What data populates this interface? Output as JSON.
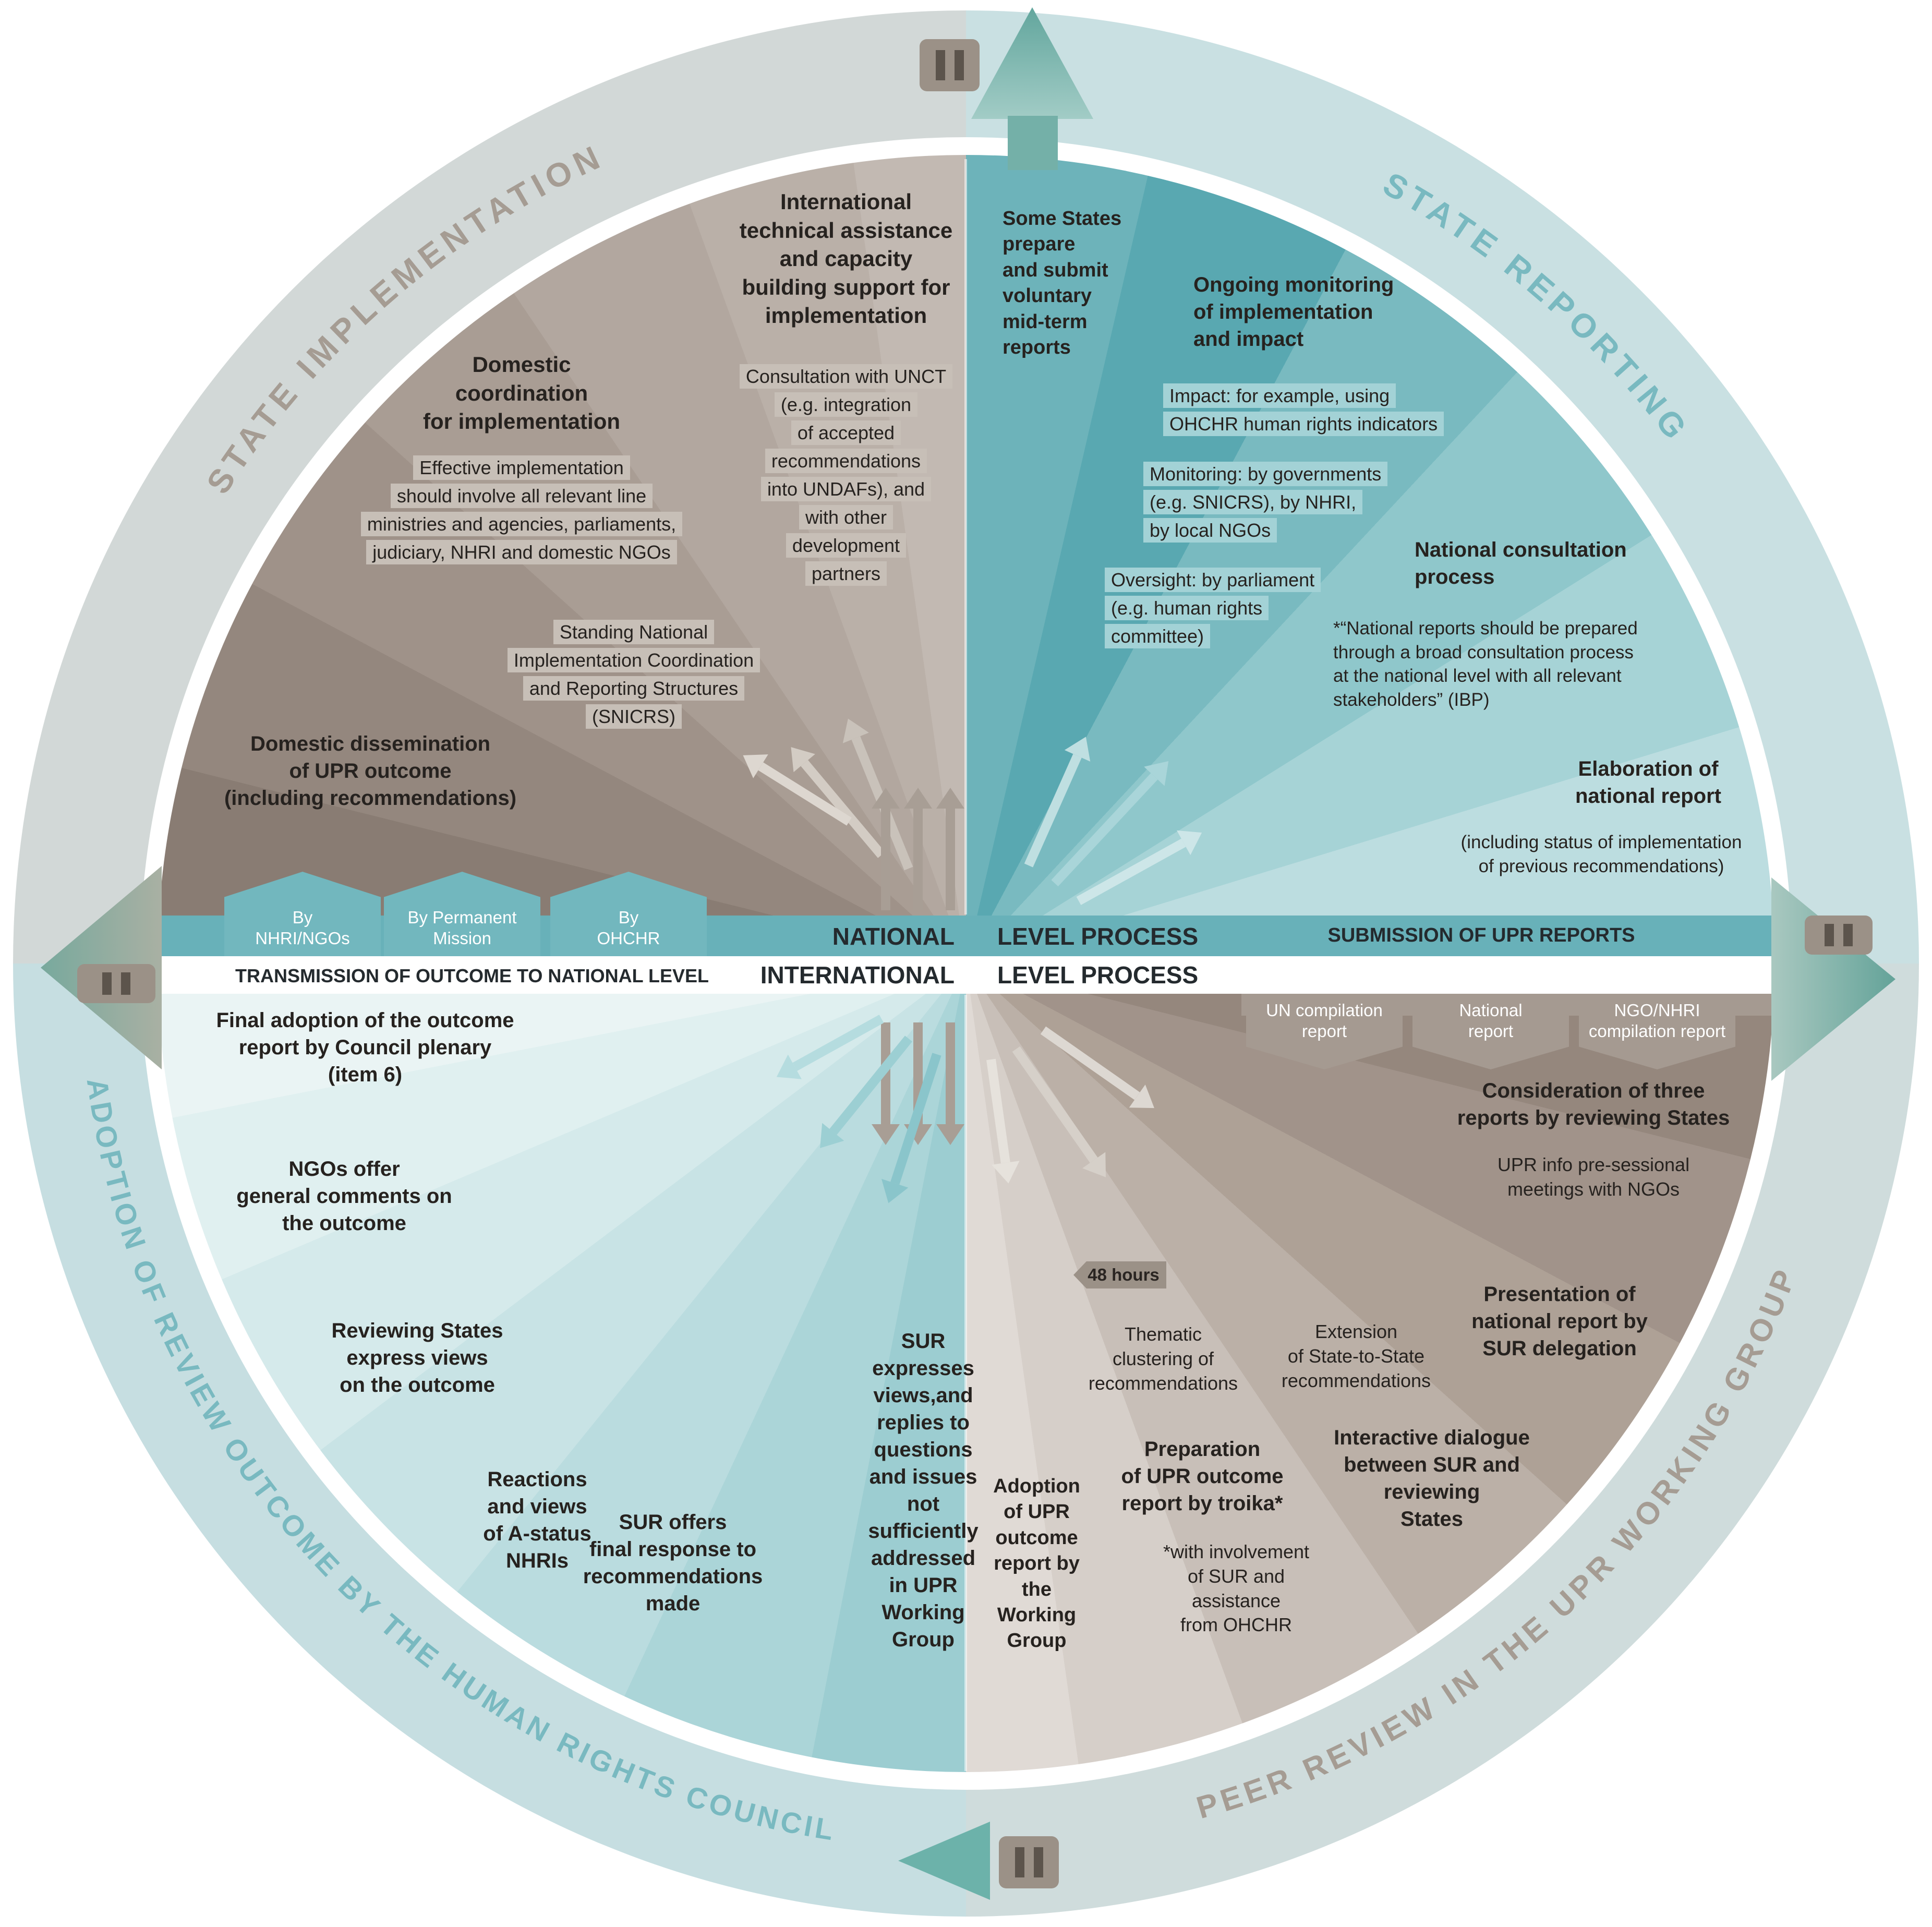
{
  "colors": {
    "teal_band": "#68b1b9",
    "teal_dark": "#59a8b1",
    "taupe": "#a1938a",
    "ring": "#cde0e1",
    "highlight_teal": "#a3d2d6",
    "highlight_grey": "#c7bfb7"
  },
  "ring": {
    "state_implementation": "STATE IMPLEMENTATION",
    "state_reporting": "STATE REPORTING",
    "peer_review": "PEER REVIEW IN THE UPR WORKING GROUP",
    "adoption": "ADOPTION OF REVIEW OUTCOME BY THE HUMAN RIGHTS COUNCIL"
  },
  "center": {
    "national": "NATIONAL",
    "level_process_top": "LEVEL PROCESS",
    "international": "INTERNATIONAL",
    "level_process_bottom": "LEVEL PROCESS",
    "submission": "SUBMISSION OF UPR REPORTS",
    "transmission": "TRANSMISSION OF OUTCOME TO NATIONAL LEVEL",
    "left_hexagons": [
      {
        "label": "By\nNHRI/NGOs"
      },
      {
        "label": "By Permanent\nMission"
      },
      {
        "label": "By\nOHCHR"
      }
    ],
    "right_hexagons": [
      {
        "label": "UN compilation\nreport"
      },
      {
        "label": "National\nreport"
      },
      {
        "label": "NGO/NHRI\ncompilation report"
      }
    ]
  },
  "implementation": {
    "domestic_coordination_title": "Domestic\ncoordination\nfor implementation",
    "domestic_coordination_body": "Effective implementation\nshould involve all relevant line\nministries and agencies, parliaments,\njudiciary, NHRI and domestic NGOs",
    "intl_assistance_title": "International\ntechnical assistance\nand capacity\nbuilding support for\nimplementation",
    "intl_assistance_body": "Consultation with UNCT\n(e.g. integration\nof accepted\nrecommendations\ninto UNDAFs), and\nwith other\ndevelopment\npartners",
    "snicrs": "Standing National\nImplementation Coordination\nand Reporting Structures\n(SNICRS)",
    "dissemination_title": "Domestic dissemination\nof UPR outcome\n(including recommendations)"
  },
  "reporting": {
    "midterm": "Some States\nprepare\nand submit\nvoluntary\nmid-term\nreports",
    "monitoring_title": "Ongoing monitoring\nof implementation\nand impact",
    "impact": "Impact: for example, using\nOHCHR human rights indicators",
    "monitoring": "Monitoring: by governments\n(e.g. SNICRS), by NHRI,\nby local NGOs",
    "oversight": "Oversight: by parliament\n(e.g. human rights\ncommittee)",
    "consultation_title": "National consultation\nprocess",
    "consultation_body": "*“National reports should be prepared\nthrough a broad consultation process\nat the national level with all relevant\nstakeholders” (IBP)",
    "elaboration_title": "Elaboration of\nnational report",
    "elaboration_body": "(including status of implementation\nof previous recommendations)"
  },
  "peer_review": {
    "consideration_title": "Consideration of three\nreports by reviewing States",
    "consideration_body": "UPR info pre-sessional\nmeetings with NGOs",
    "presentation": "Presentation of\nnational report by\nSUR delegation",
    "dialogue": "Interactive dialogue\nbetween SUR and\nreviewing\nStates",
    "extension": "Extension\nof State-to-State\nrecommendations",
    "clustering": "Thematic\nclustering of\nrecommendations",
    "troika_title": "Preparation\nof UPR outcome\nreport by troika*",
    "troika_note": "*with involvement\nof SUR and\nassistance\nfrom OHCHR",
    "adoption_wg": "Adoption\nof UPR\noutcome\nreport by\nthe\nWorking\nGroup",
    "badge_48h": "48 hours"
  },
  "adoption": {
    "final_adoption": "Final adoption of the outcome\nreport by Council plenary\n(item 6)",
    "ngos": "NGOs offer\ngeneral comments on\nthe outcome",
    "reviewing_states": "Reviewing States\nexpress views\non the outcome",
    "nhri": "Reactions\nand views\nof A-status\nNHRIs",
    "sur_offers": "SUR offers\nfinal response to\nrecommendations\nmade",
    "sur_expresses": "SUR\nexpresses\nviews,and\nreplies to\nquestions\nand issues\nnot\nsufficiently\naddressed\nin UPR\nWorking\nGroup"
  }
}
